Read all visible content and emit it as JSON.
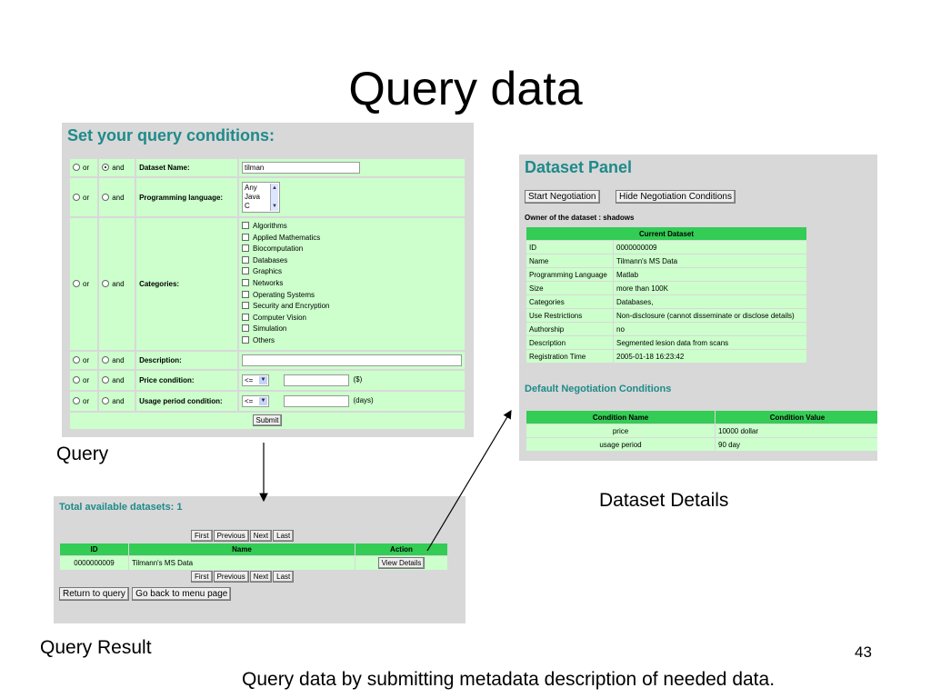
{
  "slide": {
    "title": "Query data",
    "caption_query": "Query",
    "caption_result": "Query Result",
    "caption_details": "Dataset Details",
    "footer_text": "Query data by submitting metadata description of needed data.",
    "page_number": "43"
  },
  "query_form": {
    "heading": "Set your query conditions:",
    "or_label": "or",
    "and_label": "and",
    "rows": {
      "dataset_name": {
        "label": "Dataset Name:",
        "value": "tilman"
      },
      "programming_language": {
        "label": "Programming language:",
        "options": [
          "Any",
          "Java",
          "C"
        ]
      },
      "categories": {
        "label": "Categories:",
        "items": [
          "Algorithms",
          "Applied Mathematics",
          "Biocomputation",
          "Databases",
          "Graphics",
          "Networks",
          "Operating Systems",
          "Security and Encryption",
          "Computer Vision",
          "Simulation",
          "Others"
        ]
      },
      "description": {
        "label": "Description:",
        "value": ""
      },
      "price_condition": {
        "label": "Price condition:",
        "operator": "<=",
        "unit": "($)"
      },
      "usage_period": {
        "label": "Usage period condition:",
        "operator": "<=",
        "unit": "(days)"
      }
    },
    "submit_label": "Submit"
  },
  "dataset_panel": {
    "heading": "Dataset Panel",
    "start_negotiation_label": "Start Negotiation",
    "hide_conditions_label": "Hide Negotiation Conditions",
    "owner_text": "Owner of the dataset : shadows",
    "current_dataset_header": "Current Dataset",
    "fields": [
      {
        "key": "ID",
        "value": "0000000009"
      },
      {
        "key": "Name",
        "value": "Tilmann's MS Data"
      },
      {
        "key": "Programming Language",
        "value": "Matlab"
      },
      {
        "key": "Size",
        "value": "more than 100K"
      },
      {
        "key": "Categories",
        "value": "Databases,"
      },
      {
        "key": "Use Restrictions",
        "value": "Non-disclosure (cannot disseminate or disclose details)"
      },
      {
        "key": "Authorship",
        "value": "no"
      },
      {
        "key": "Description",
        "value": "Segmented lesion data from scans"
      },
      {
        "key": "Registration Time",
        "value": "2005-01-18 16:23:42"
      }
    ],
    "negotiation_heading": "Default Negotiation Conditions",
    "negotiation_columns": [
      "Condition Name",
      "Condition Value"
    ],
    "negotiation_rows": [
      {
        "name": "price",
        "value": "10000 dollar"
      },
      {
        "name": "usage period",
        "value": "90 day"
      }
    ]
  },
  "result_panel": {
    "heading": "Total available datasets: 1",
    "pager": {
      "first": "First",
      "previous": "Previous",
      "next": "Next",
      "last": "Last"
    },
    "columns": [
      "ID",
      "Name",
      "Action"
    ],
    "rows": [
      {
        "id": "0000000009",
        "name": "Tilmann's MS Data",
        "action": "View Details"
      }
    ],
    "return_label": "Return to query",
    "menu_label": "Go back to menu page"
  }
}
